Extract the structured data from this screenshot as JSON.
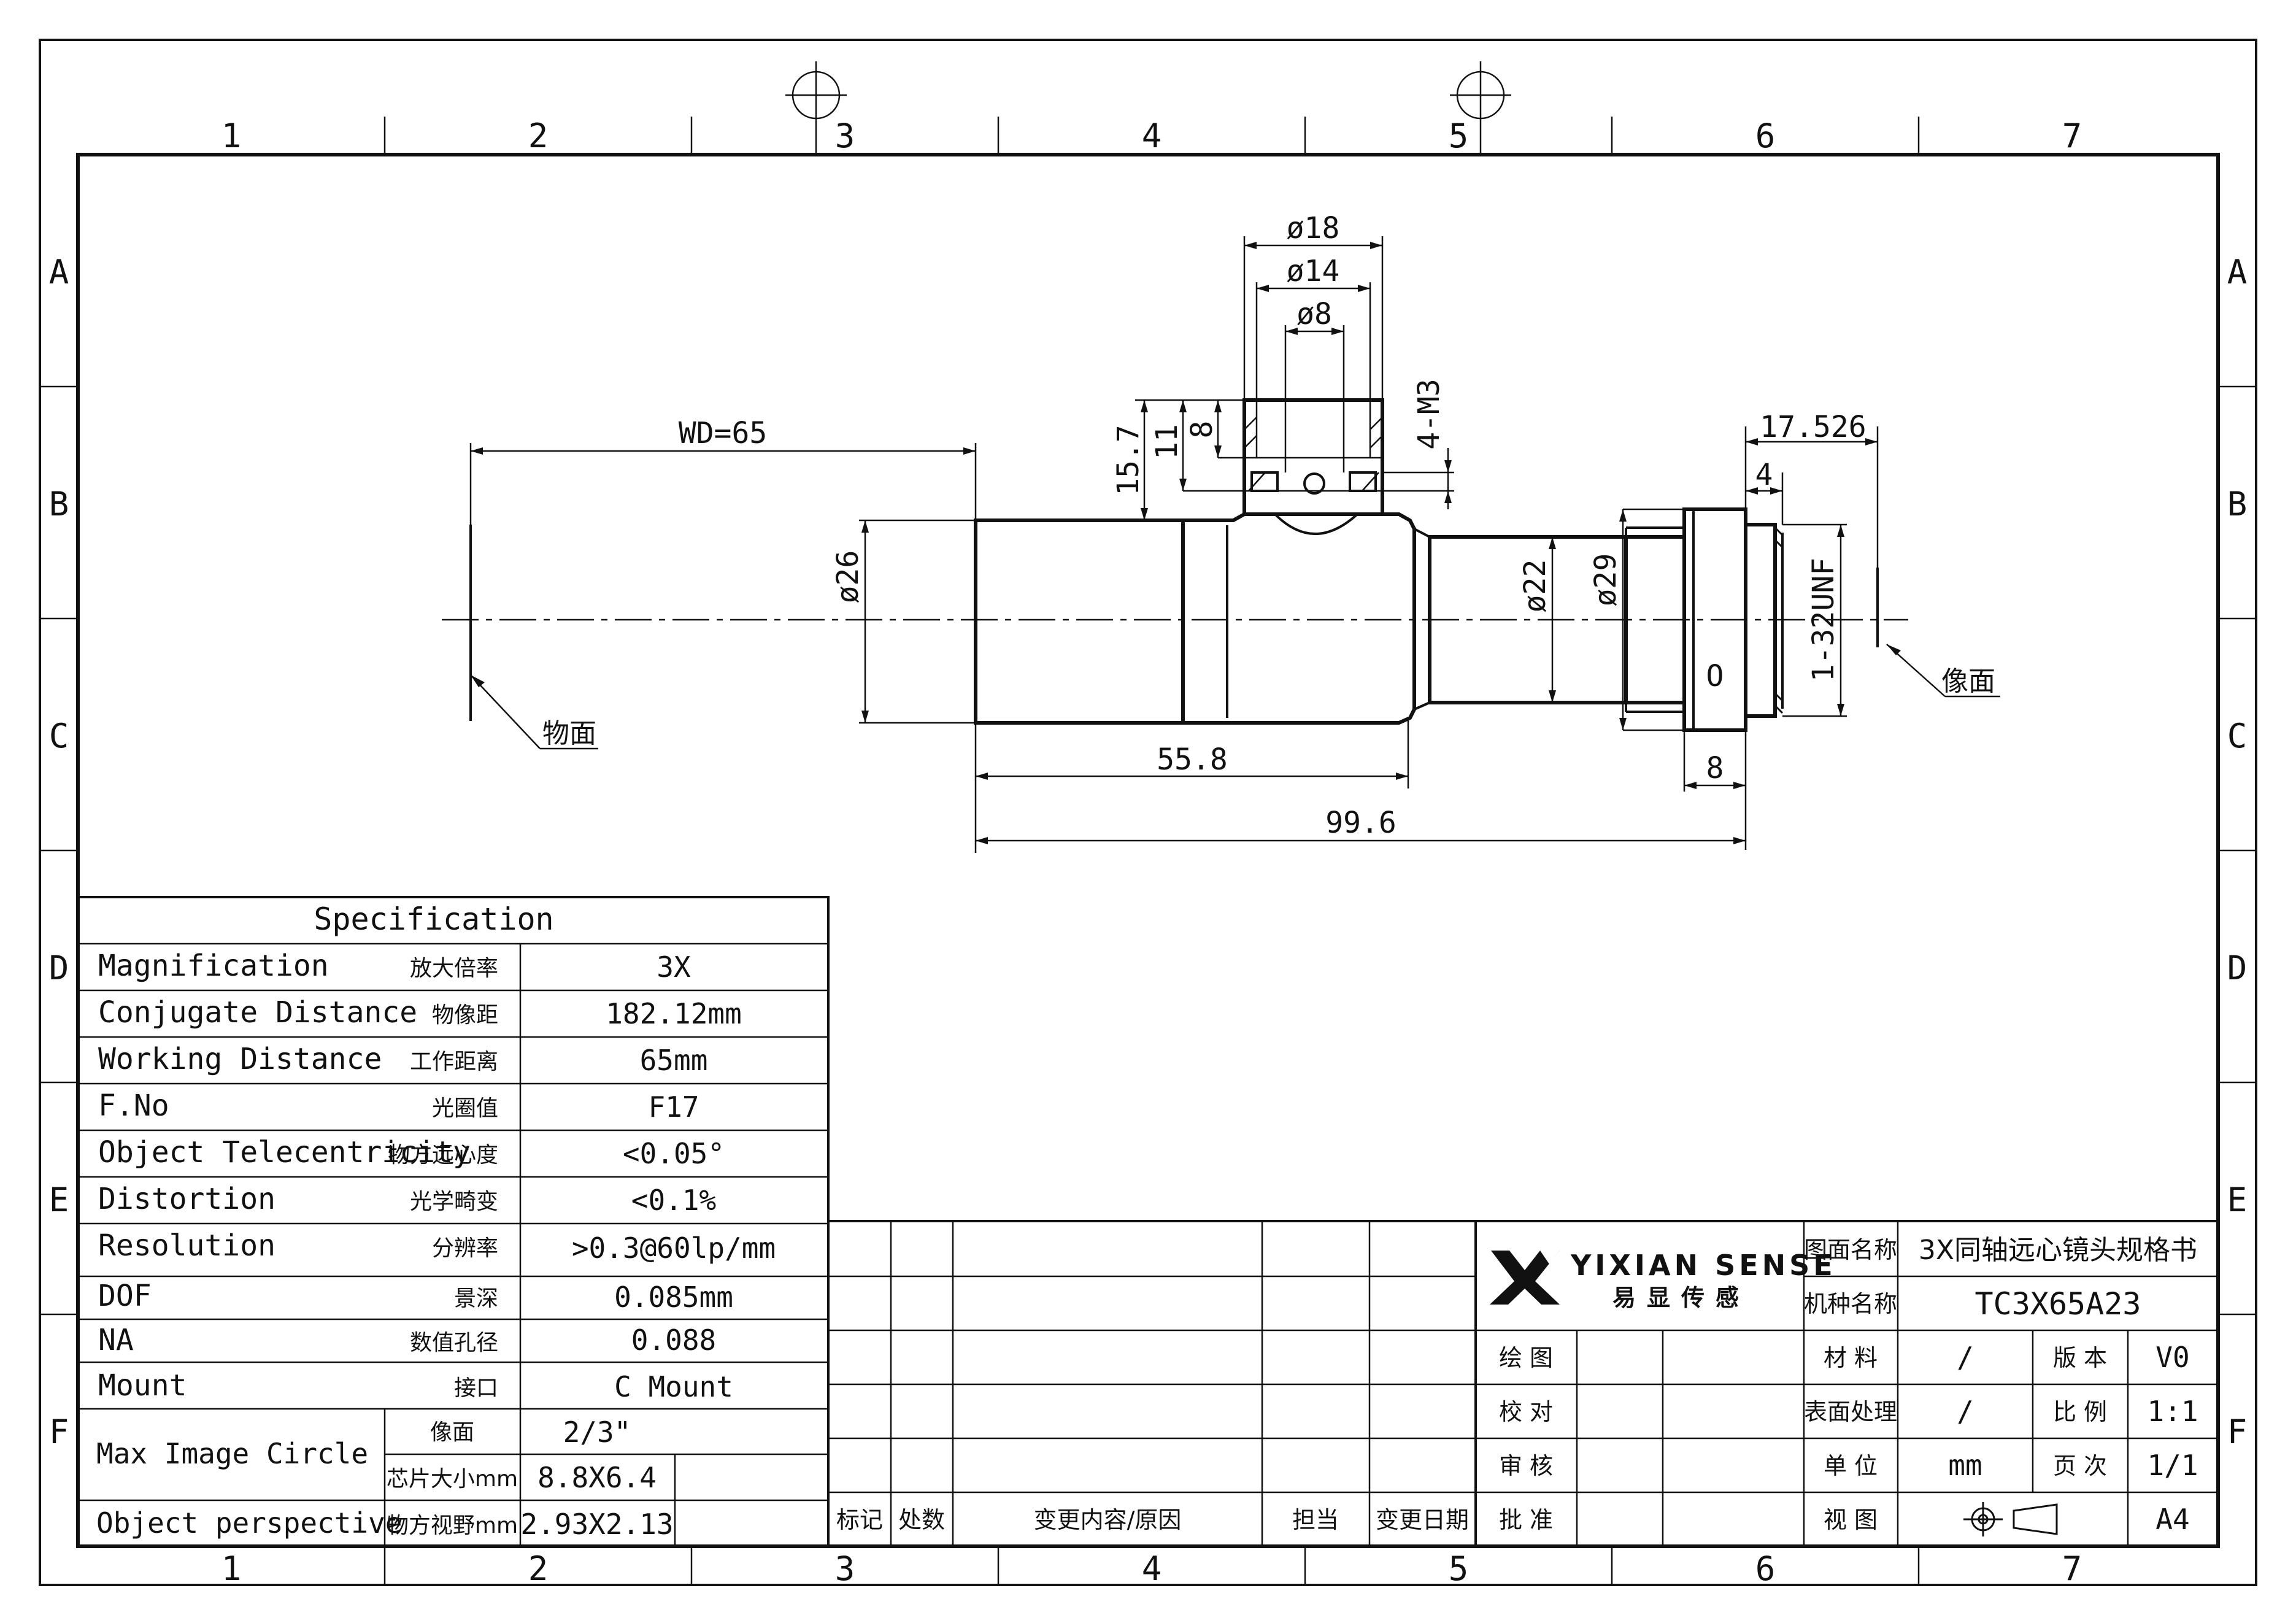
{
  "border": {
    "col_labels": [
      "1",
      "2",
      "3",
      "4",
      "5",
      "6",
      "7"
    ],
    "row_labels": [
      "A",
      "B",
      "C",
      "D",
      "E",
      "F"
    ]
  },
  "drawing": {
    "dims": {
      "d18": "ø18",
      "d14": "ø14",
      "d8": "ø8",
      "m3": "4-M3",
      "h157": "15.7",
      "h11": "11",
      "h8": "8",
      "wd": "WD=65",
      "d26": "ø26",
      "d22": "ø22",
      "d29": "ø29",
      "l17526": "17.526",
      "l4": "4",
      "unf": "1-32UNF",
      "l558": "55.8",
      "l996": "99.6",
      "l8b": "8",
      "o_mark": "O"
    },
    "labels": {
      "object_plane": "物面",
      "image_plane": "像面"
    }
  },
  "spec": {
    "title": "Specification",
    "rows": [
      {
        "en": "Magnification",
        "cn": "放大倍率",
        "value": "3X"
      },
      {
        "en": "Conjugate Distance",
        "cn": "物像距",
        "value": "182.12mm"
      },
      {
        "en": "Working Distance",
        "cn": "工作距离",
        "value": "65mm"
      },
      {
        "en": "F.No",
        "cn": "光圈值",
        "value": "F17"
      },
      {
        "en": "Object Telecentricity",
        "cn": "物方远心度",
        "value": "<0.05°"
      },
      {
        "en": "Distortion",
        "cn": "光学畸变",
        "value": "<0.1%"
      },
      {
        "en": "Resolution",
        "cn": "分辨率",
        "value": ">0.3@60lp/mm"
      },
      {
        "en": "DOF",
        "cn": "景深",
        "value": "0.085mm"
      },
      {
        "en": "NA",
        "cn": "数值孔径",
        "value": "0.088"
      },
      {
        "en": "Mount",
        "cn": "接口",
        "value": "C Mount"
      }
    ],
    "max_image": {
      "en": "Max Image Circle",
      "sub": [
        {
          "cn": "像面",
          "value": "2/3\""
        },
        {
          "cn": "芯片大小mm",
          "value": "8.8X6.4"
        }
      ]
    },
    "perspective": {
      "en": "Object perspective",
      "cn": "物方视野mm",
      "value": "2.93X2.13"
    }
  },
  "revision": {
    "headers": [
      "标记",
      "处数",
      "变更内容/原因",
      "担当",
      "变更日期"
    ]
  },
  "title_block": {
    "brand": "YIXIAN SENSE",
    "brand_cn": "易显传感",
    "drawing_name_label": "图面名称",
    "drawing_name": "3X同轴远心镜头规格书",
    "model_label": "机种名称",
    "model": "TC3X65A23",
    "sign_rows": [
      "绘 图",
      "校 对",
      "审 核",
      "批 准"
    ],
    "material_label": "材 料",
    "material": "/",
    "version_label": "版 本",
    "version": "V0",
    "surface_label": "表面处理",
    "surface": "/",
    "scale_label": "比 例",
    "scale": "1:1",
    "unit_label": "单 位",
    "unit": "mm",
    "page_label": "页 次",
    "page": "1/1",
    "view_label": "视 图",
    "paper": "A4"
  }
}
